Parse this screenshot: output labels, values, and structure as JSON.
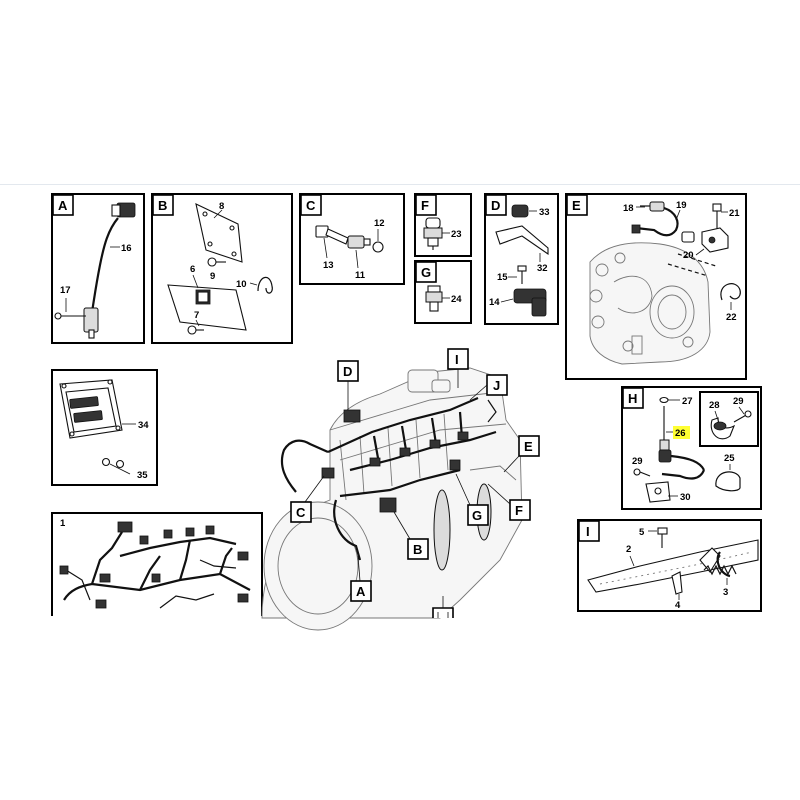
{
  "panels": {
    "A": {
      "tag": "A",
      "parts": [
        "16",
        "17"
      ]
    },
    "B": {
      "tag": "B",
      "parts": [
        "8",
        "6",
        "9",
        "10",
        "7"
      ]
    },
    "C": {
      "tag": "C",
      "parts": [
        "12",
        "13",
        "11"
      ]
    },
    "F": {
      "tag": "F",
      "parts": [
        "23"
      ]
    },
    "G": {
      "tag": "G",
      "parts": [
        "24"
      ]
    },
    "D": {
      "tag": "D",
      "parts": [
        "33",
        "32",
        "15",
        "14"
      ]
    },
    "E": {
      "tag": "E",
      "parts": [
        "18",
        "19",
        "21",
        "20",
        "22"
      ]
    },
    "ecu": {
      "parts": [
        "34",
        "35"
      ]
    },
    "harness": {
      "parts": [
        "1"
      ]
    },
    "H": {
      "tag": "H",
      "parts": [
        "27",
        "26",
        "28",
        "29",
        "29",
        "25",
        "30"
      ]
    },
    "I": {
      "tag": "I",
      "parts": [
        "5",
        "2",
        "4",
        "3"
      ]
    }
  },
  "callouts": [
    "D",
    "I",
    "J",
    "E",
    "C",
    "B",
    "G",
    "F",
    "A",
    "H"
  ],
  "highlighted_part": "26",
  "colors": {
    "highlight": "#ffff33",
    "line": "#000000",
    "background": "#ffffff"
  }
}
